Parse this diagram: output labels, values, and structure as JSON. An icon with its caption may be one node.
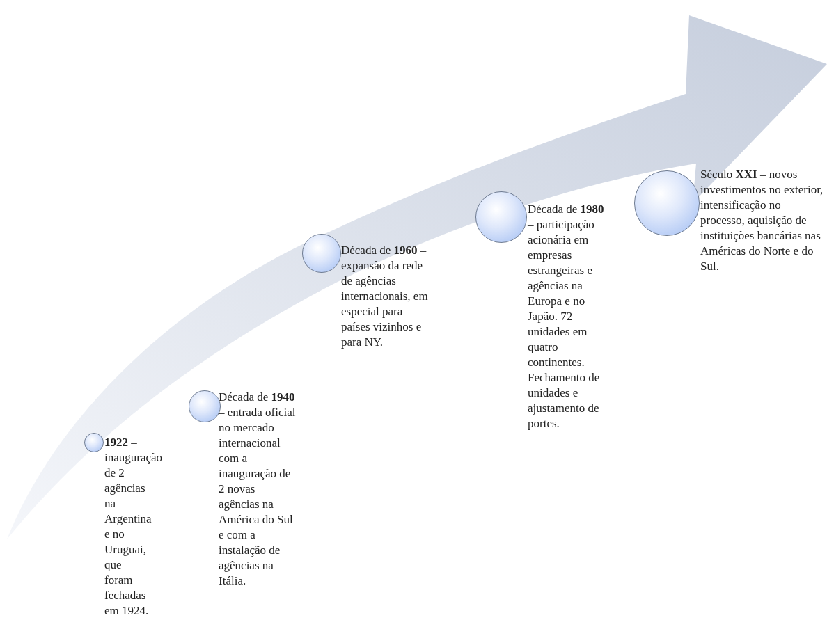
{
  "diagram": {
    "nodes": [
      {
        "text": [],
        "shape": "circle",
        "beside": [
          "**1922** – inauguração de 2 agências na Argentina e no Uruguai, que foram fechadas em 1924."
        ]
      },
      {
        "text": [],
        "shape": "circle",
        "beside": [
          "Década de **1940** – entrada oficial no mercado internacional com a inauguração de 2 novas agências na América do Sul e com a instalação de agências na Itália."
        ]
      },
      {
        "text": [],
        "shape": "circle",
        "beside": [
          "Década de **1960** – expansão da rede de agências internacionais, em especial para países vizinhos e para NY."
        ]
      },
      {
        "text": [],
        "shape": "circle",
        "beside": [
          "Década de **1980** – participação acionária em empresas estrangeiras e agências na Europa e no Japão. 72 unidades em quatro continentes. Fechamento de unidades e ajustamento de portes."
        ]
      },
      {
        "text": [],
        "shape": "circle",
        "beside": [
          "Século **XXI** – novos investimentos no exterior, intensificação no processo, aquisição de instituições bancárias nas Américas do Norte e do Sul."
        ]
      }
    ]
  }
}
